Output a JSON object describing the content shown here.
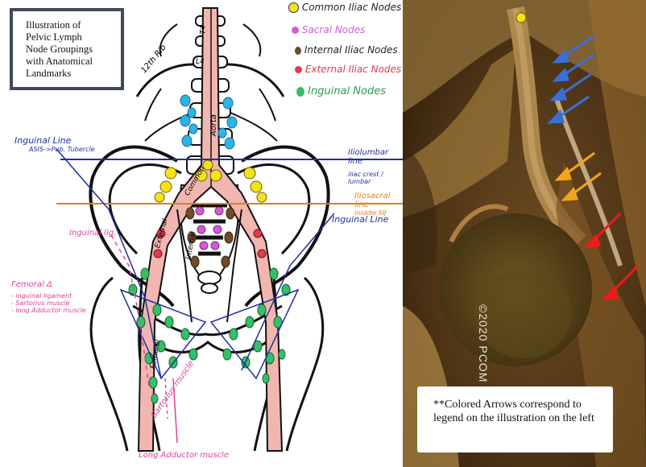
{
  "title": "Illustration of Pelvic Lymph Node Groupings with Anatomical Landmarks",
  "title_lines": [
    "Illustration of",
    "Pelvic Lymph",
    "Node Groupings",
    "with Anatomical",
    "Landmarks"
  ],
  "legend": [
    {
      "label": "Common Iliac Nodes",
      "color": "#f3e21a"
    },
    {
      "label": "Sacral Nodes",
      "color": "#d35bd6"
    },
    {
      "label": "Internal Iliac Nodes",
      "color": "#6e4b2a"
    },
    {
      "label": "External Iliac Nodes",
      "color": "#e23b4d"
    },
    {
      "label": "Inguinal Nodes",
      "color": "#34c06a"
    }
  ],
  "annotations": {
    "rib": "12th Rib",
    "t4": "T4",
    "l4": "L4",
    "aorta": "Aorta",
    "common": "Common",
    "external": "External",
    "internal": "Internal",
    "femoral": "Femoral",
    "inguinal_line_left": "Inguinal Line",
    "inguinal_line_left_sub": "ASIS->Pub. Tubercle",
    "iliolumbar_line": "Iliolumbar line",
    "iliolumbar_sub": "iliac crest / lumbar",
    "iliosacral_line": "Iliosacral line",
    "iliosacral_sub": "middle SIJ",
    "inguinal_line_right": "Inguinal Line",
    "inguinal_lig": "Inguinal lig.",
    "femoral_triangle": "Femoral Δ",
    "fem_items": [
      "- inguinal ligament",
      "- Sartorius muscle",
      "- long Adductor muscle"
    ],
    "sartorius": "Sartorius muscle",
    "long_adductor": "Long Adductor muscle"
  },
  "photo": {
    "watermark": "©2020 PCOM",
    "note": "**Colored Arrows correspond to legend on the illustration on the left"
  },
  "colors": {
    "blue_line": "#1f2f9c",
    "orange_line": "#e0801a",
    "pink_ink": "#e0409a",
    "aorta_pink": "#f2b6b0",
    "vertebra_blue": "#2bb4e6",
    "arrow_blue": "#3a6fd8",
    "arrow_orange": "#f5a41a",
    "arrow_red": "#ea1c1c"
  }
}
